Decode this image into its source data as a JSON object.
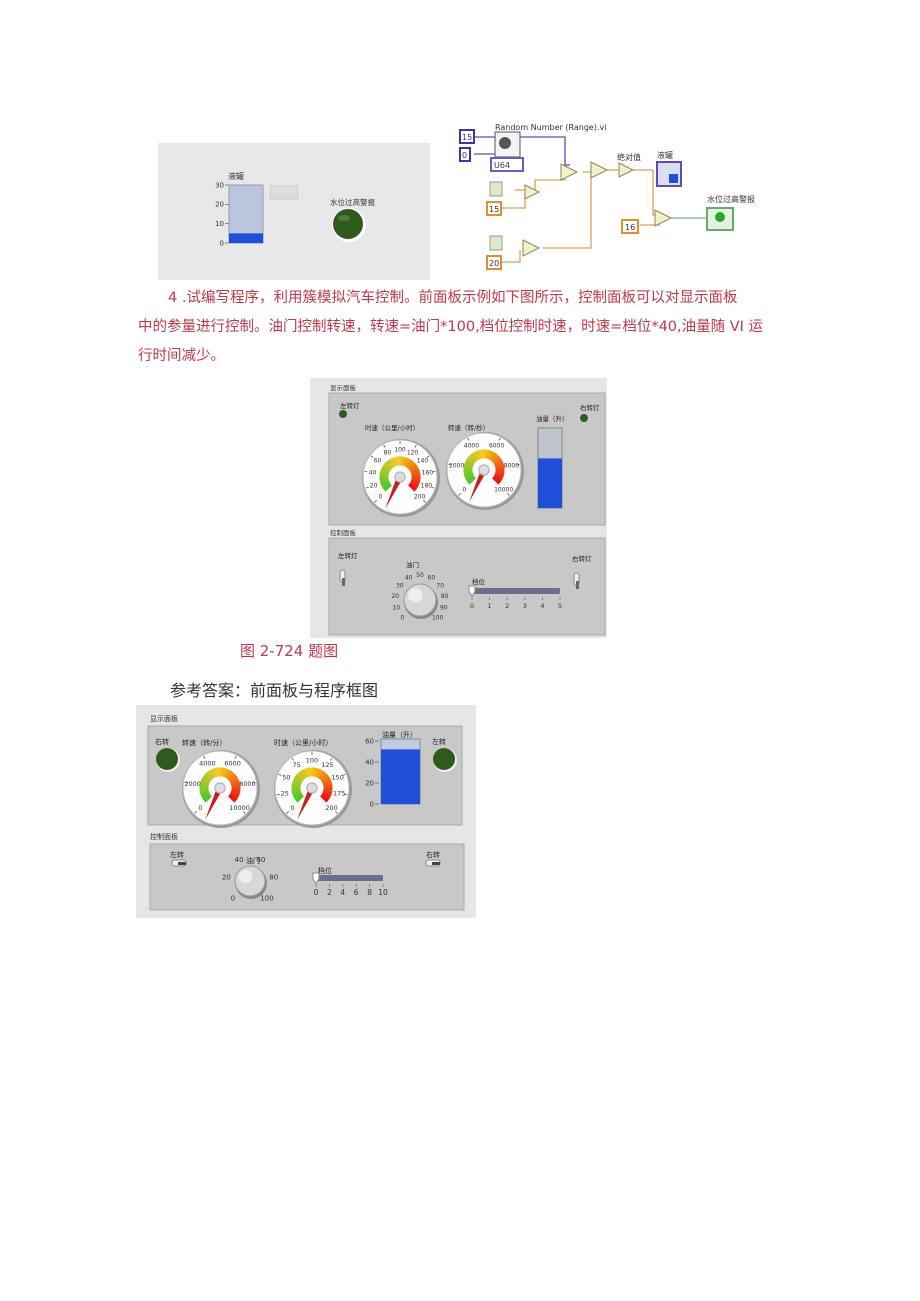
{
  "figure_a": {
    "tank_label": "液罐",
    "tank_scale": [
      "0",
      "10",
      "20",
      "30"
    ],
    "tank_max": 30,
    "tank_value": 5,
    "alarm_label": "水位过高警报",
    "alarm_on": false,
    "diagram": {
      "vi_label": "Random Number (Range).vi",
      "const_high": "15",
      "const_low": "0",
      "type_select": "U64",
      "const_mult1": "15",
      "const_mult2": "20",
      "abs_label": "绝对值",
      "tank_terminal_label": "液罐",
      "threshold": "16",
      "alarm_terminal_label": "水位过高警报"
    }
  },
  "question": {
    "line1": "4 .试编写程序，利用簇模拟汽车控制。前面板示例如下图所示，控制面板可以对显示面板",
    "line2": "中的参量进行控制。油门控制转速，转速=油门*100,档位控制时速，时速=档位*40,油量随 VI 运",
    "line3": "行时间减少。"
  },
  "figure_b": {
    "display_panel_label": "显示面板",
    "left_lamp_label": "左转灯",
    "right_lamp_label": "右转灯",
    "speed_gauge": {
      "label": "时速（公里/小时）",
      "ticks": [
        "0",
        "20",
        "40",
        "60",
        "80",
        "100",
        "120",
        "140",
        "160",
        "180",
        "200"
      ],
      "min": 0,
      "max": 200,
      "value": 0
    },
    "rpm_gauge": {
      "label": "转速（转/秒）",
      "ticks": [
        "0",
        "2000",
        "4000",
        "6000",
        "8000",
        "10000"
      ],
      "min": 0,
      "max": 10000,
      "value": 0
    },
    "fuel_label": "油量（升）",
    "fuel_fraction": 0.62,
    "control_panel_label": "控制面板",
    "left_switch_label": "左转灯",
    "right_switch_label": "右转灯",
    "throttle": {
      "label": "油门",
      "ticks": [
        "0",
        "10",
        "20",
        "30",
        "40",
        "50",
        "60",
        "70",
        "80",
        "90",
        "100"
      ],
      "value": 0
    },
    "gear": {
      "label": "档位",
      "ticks": [
        "0",
        "1",
        "2",
        "3",
        "4",
        "5"
      ],
      "value": 0
    }
  },
  "caption": "图 2-724 题图",
  "answer_heading": "参考答案：前面板与程序框图",
  "figure_c": {
    "display_panel_label": "显示面板",
    "right_lamp_label": "右转",
    "left_lamp_label": "左转",
    "rpm_gauge": {
      "label": "转速（转/分）",
      "ticks": [
        "0",
        "2000",
        "4000",
        "6000",
        "8000",
        "10000"
      ],
      "min": 0,
      "max": 10000,
      "value": 0
    },
    "speed_gauge": {
      "label": "时速（公里/小时）",
      "ticks": [
        "0",
        "25",
        "50",
        "75",
        "100",
        "125",
        "150",
        "175",
        "200"
      ],
      "min": 0,
      "max": 200,
      "value": 0
    },
    "fuel_label": "油量（升）",
    "fuel_scale": [
      "0",
      "20",
      "40",
      "60"
    ],
    "fuel_max": 60,
    "fuel_value": 52,
    "control_panel_label": "控制面板",
    "left_switch_label": "左转",
    "right_switch_label": "右转",
    "throttle": {
      "label": "油门",
      "ticks": [
        "0",
        "20",
        "40",
        "60",
        "80",
        "100"
      ],
      "value": 0
    },
    "gear": {
      "label": "档位",
      "ticks": [
        "0",
        "2",
        "4",
        "6",
        "8",
        "10"
      ],
      "value": 0
    }
  },
  "colors": {
    "text_red": "#c0394b",
    "led_off": "#2f5a1e",
    "fill_blue": "#1f4fd8",
    "panel_gray": "#c8c8c8"
  }
}
